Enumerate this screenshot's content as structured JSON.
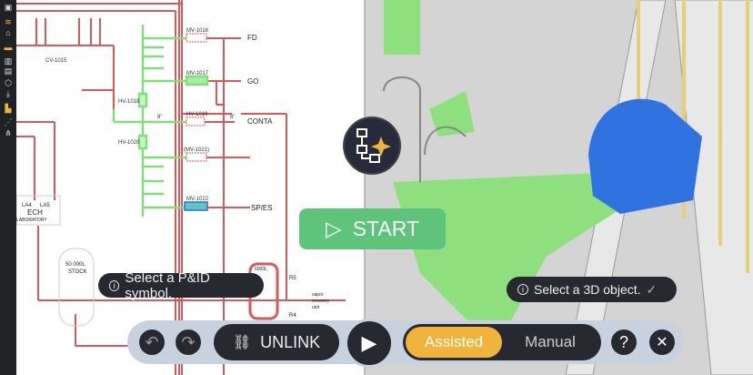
{
  "sidebar": {
    "icons": [
      "folder-icon",
      "layers-icon",
      "building-icon",
      "toolbox-icon",
      "chart-icon",
      "comment-icon",
      "cube-icon",
      "download-icon",
      "factory-icon",
      "route-icon",
      "hierarchy-icon"
    ],
    "active_index": 8
  },
  "pid": {
    "labels": {
      "cv1015": "CV-1015",
      "hv1018": "HV-1018",
      "hv1020": "HV-1020",
      "mv1016": "MV-1016",
      "mv1017": "MV-1017",
      "hv1019": "HV-1019",
      "mv1021": "(MV-1021)",
      "mv1022": "MV-1022",
      "fd": "FD",
      "go": "GO",
      "conta": "CONTA",
      "spes": "SP/ES",
      "la4": "LA4",
      "la5": "LA5",
      "ech": "ECH",
      "laboratory": "LABORATORY",
      "stock1": "50 000L",
      "stock2": "STOCK",
      "tank": "6000L",
      "r5": "R5",
      "r4": "R4",
      "vapor1": "vapor",
      "vapor2": "recovery",
      "vapor3": "unit",
      "size1": "8\"",
      "size2": "8\""
    }
  },
  "tooltips": {
    "pid": "Select a P&ID symbol.",
    "scene": "Select a 3D object."
  },
  "start_label": "START",
  "toolbar": {
    "unlink_label": "UNLINK",
    "assisted_label": "Assisted",
    "manual_label": "Manual",
    "help_label": "?",
    "close_label": "✕"
  },
  "colors": {
    "accent": "#f0b43c",
    "start": "#5ec47c",
    "pipe_red": "#d9585a",
    "pipe_green": "#7ee07a",
    "valve_blue": "#2f6fd8"
  }
}
